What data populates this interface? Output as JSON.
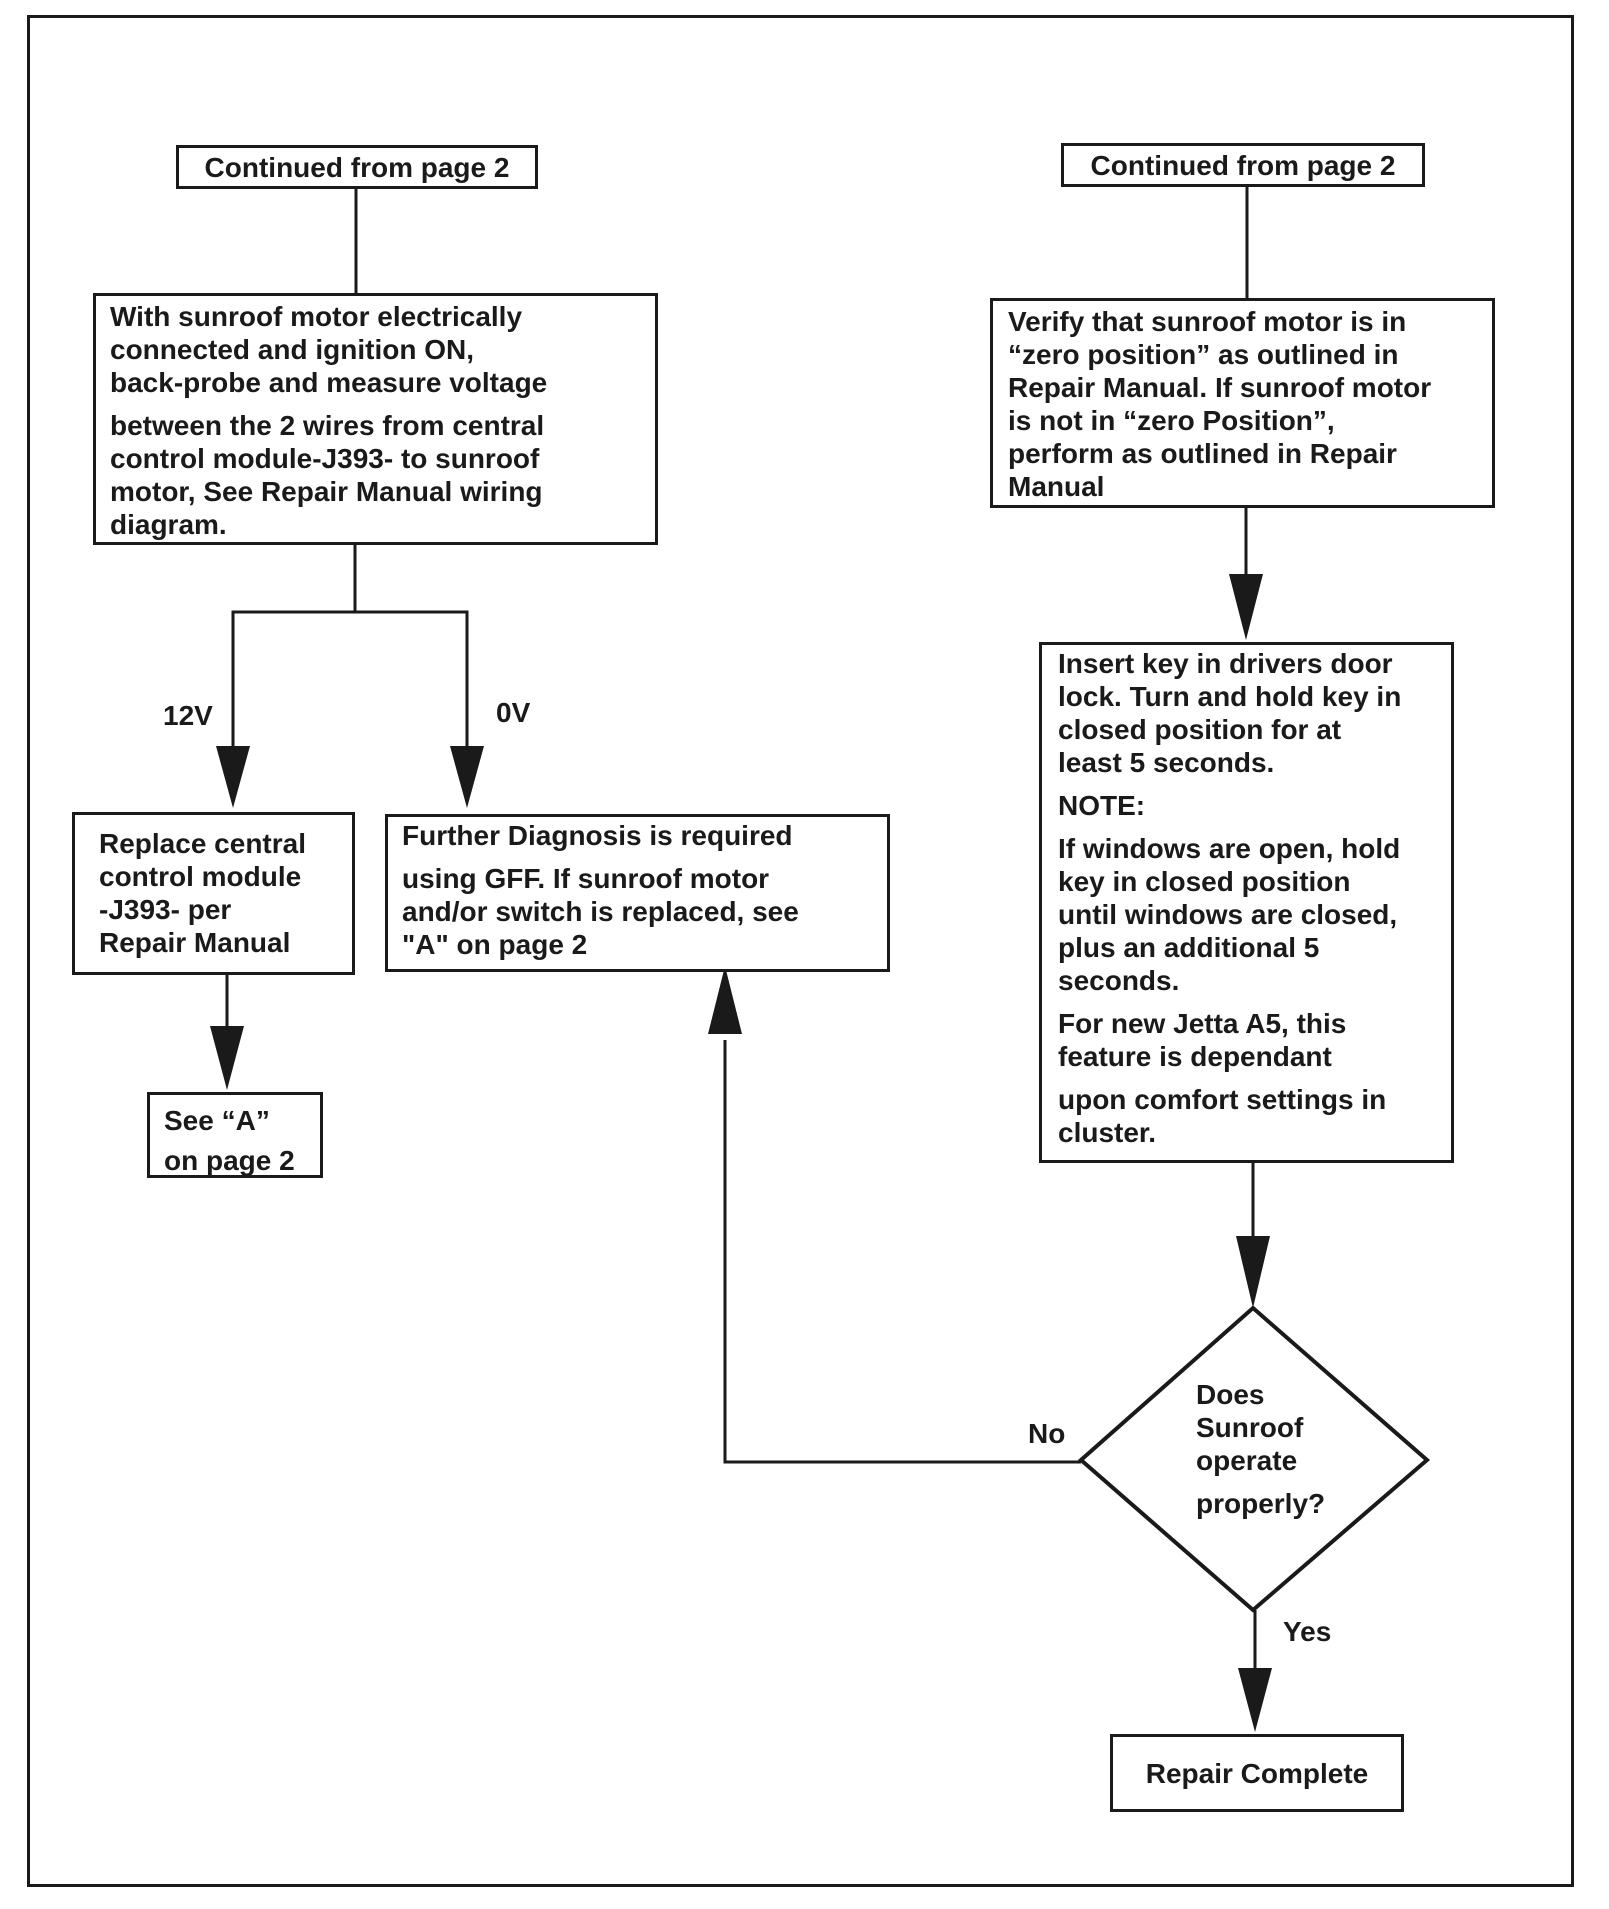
{
  "left_start": "Continued from page 2",
  "right_start": "Continued from page 2",
  "measure_box": {
    "lines1": "With sunroof motor electrically\nconnected and ignition ON,\nback-probe and measure voltage",
    "lines2": "between the 2 wires from central\ncontrol module-J393- to sunroof\nmotor, See Repair Manual wiring\ndiagram."
  },
  "branch_12v": "12V",
  "branch_0v": "0V",
  "replace_box": "Replace central\ncontrol module\n-J393- per\nRepair Manual",
  "see_a_box": {
    "line1": "See “A”",
    "line2": "on page 2"
  },
  "further_box": {
    "line1": "Further Diagnosis is required",
    "lines2": "using GFF. If sunroof motor\nand/or switch is replaced, see\n\"A\" on page 2"
  },
  "verify_box": "Verify that sunroof motor is in\n“zero position” as outlined in\nRepair Manual. If sunroof motor\nis not in “zero Position”,\nperform as outlined in Repair\nManual",
  "insert_box": {
    "p1": "Insert key in drivers door\nlock. Turn and hold key in\nclosed position for at\nleast 5 seconds.",
    "note": "NOTE:",
    "p2": "If windows are open, hold\nkey in closed position\nuntil windows are closed,\nplus an additional 5\nseconds.",
    "p3": "For new Jetta A5, this\nfeature is dependant",
    "p4": "upon comfort settings in\ncluster."
  },
  "decision": {
    "lines1": "Does\nSunroof\noperate",
    "line2": "properly?"
  },
  "no_label": "No",
  "yes_label": "Yes",
  "repair_complete": "Repair Complete"
}
